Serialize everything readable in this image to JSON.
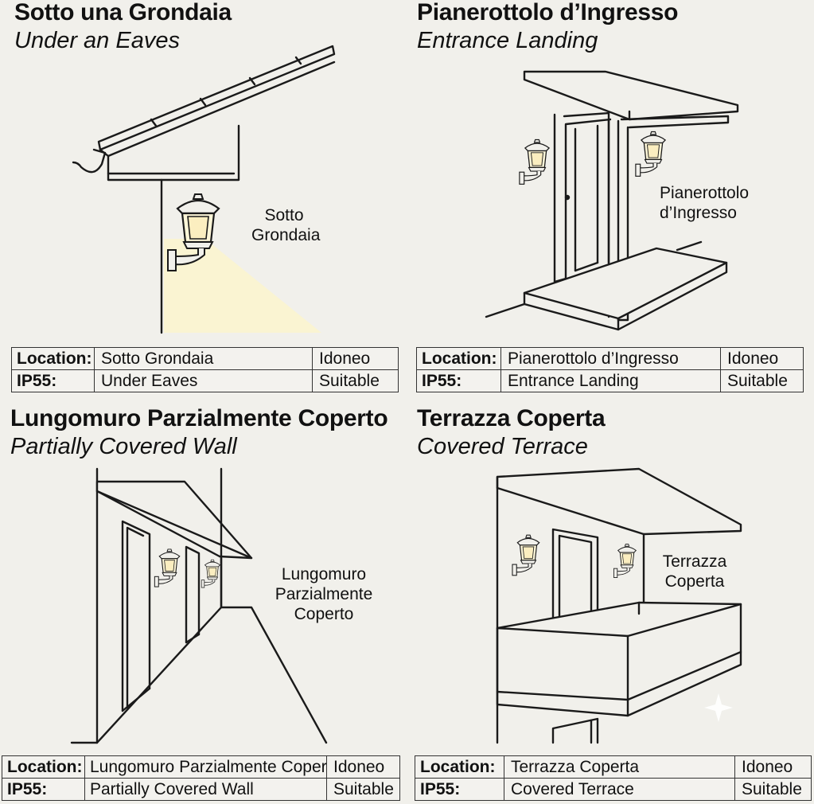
{
  "colors": {
    "background": "#f1f0eb",
    "line": "#1a1a1a",
    "light_glow": "#fbf4cf",
    "table_border": "#333333"
  },
  "panels": [
    {
      "title": "Sotto una Grondaia",
      "subtitle": "Under an Eaves",
      "scene_label_1": "Sotto",
      "scene_label_2": "Grondaia",
      "table": {
        "row1": {
          "key": "Location:",
          "value": "Sotto Grondaia",
          "status": "Idoneo"
        },
        "row2": {
          "key": "IP55:",
          "value": "Under Eaves",
          "status": "Suitable"
        }
      }
    },
    {
      "title": "Pianerottolo d’Ingresso",
      "subtitle": "Entrance Landing",
      "scene_label_1": "Pianerottolo",
      "scene_label_2": "d’Ingresso",
      "table": {
        "row1": {
          "key": "Location:",
          "value": "Pianerottolo d’Ingresso",
          "status": "Idoneo"
        },
        "row2": {
          "key": "IP55:",
          "value": "Entrance Landing",
          "status": "Suitable"
        }
      }
    },
    {
      "title": "Lungomuro Parzialmente Coperto",
      "subtitle": "Partially Covered Wall",
      "scene_label_1": "Lungomuro",
      "scene_label_2": "Parzialmente",
      "scene_label_3": "Coperto",
      "table": {
        "row1": {
          "key": "Location:",
          "value": "Lungomuro Parzialmente Coperto",
          "status": "Idoneo"
        },
        "row2": {
          "key": "IP55:",
          "value": "Partially Covered Wall",
          "status": "Suitable"
        }
      }
    },
    {
      "title": "Terrazza Coperta",
      "subtitle": "Covered Terrace",
      "scene_label_1": "Terrazza",
      "scene_label_2": "Coperta",
      "table": {
        "row1": {
          "key": "Location:",
          "value": "Terrazza Coperta",
          "status": "Idoneo"
        },
        "row2": {
          "key": "IP55:",
          "value": "Covered Terrace",
          "status": "Suitable"
        }
      }
    }
  ]
}
